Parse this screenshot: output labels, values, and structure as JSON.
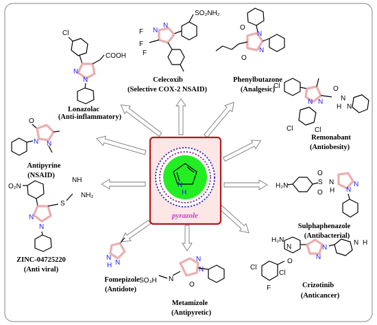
{
  "center": {
    "label": "pyrazole",
    "nh_label": "N",
    "h_label": "H"
  },
  "compounds": [
    {
      "key": "celecoxib",
      "name": "Celecoxib",
      "use": "(Selective COX-2 NSAID)"
    },
    {
      "key": "phenylbutazone",
      "name": "Phenylbutazone",
      "use": "(Analgesic)"
    },
    {
      "key": "remonabant",
      "name": "Remonabant",
      "use": "(Antiobesity)"
    },
    {
      "key": "sulphaphenazole",
      "name": "Sulphaphenazole",
      "use": "(Antibacterial)"
    },
    {
      "key": "crizotinib",
      "name": "Crizotinib",
      "use": "(Anticancer)"
    },
    {
      "key": "metamizole",
      "name": "Metamizole",
      "use": "(Antipyretic)"
    },
    {
      "key": "fomepizole",
      "name": "Fomepizole",
      "use": "(Antidote)"
    },
    {
      "key": "zinc",
      "name": "ZINC-04725220",
      "use": "(Anti viral)"
    },
    {
      "key": "antipyrine",
      "name": "Antipyrine",
      "use": "(NSAID)"
    },
    {
      "key": "lonazolac",
      "name": "Lonazolac",
      "use": "(Anti-inflammatory)"
    }
  ],
  "atom_labels": {
    "lonazolac": [
      "Cl",
      "COOH",
      "N",
      "N"
    ],
    "celecoxib": [
      "SO₂NH₂",
      "F",
      "F",
      "F",
      "N",
      "N"
    ],
    "phenylbutazone": [
      "O",
      "O",
      "N",
      "N"
    ],
    "remonabant": [
      "Cl",
      "N",
      "N",
      "O",
      "N",
      "N",
      "H",
      "Cl",
      "Cl"
    ],
    "sulphaphenazole": [
      "H₂N",
      "S",
      "O",
      "O",
      "N",
      "H",
      "N",
      "N"
    ],
    "crizotinib": [
      "H₂N",
      "N",
      "N",
      "N",
      "N",
      "H",
      "Cl",
      "O",
      "Cl",
      "F"
    ],
    "metamizole": [
      "SO₃H",
      "N",
      "N",
      "N",
      "O"
    ],
    "fomepizole": [
      "N",
      "H",
      "N"
    ],
    "zinc": [
      "O₂N",
      "NH",
      "NH₂",
      "S",
      "N",
      "N"
    ],
    "antipyrine": [
      "O",
      "N",
      "N"
    ]
  }
}
